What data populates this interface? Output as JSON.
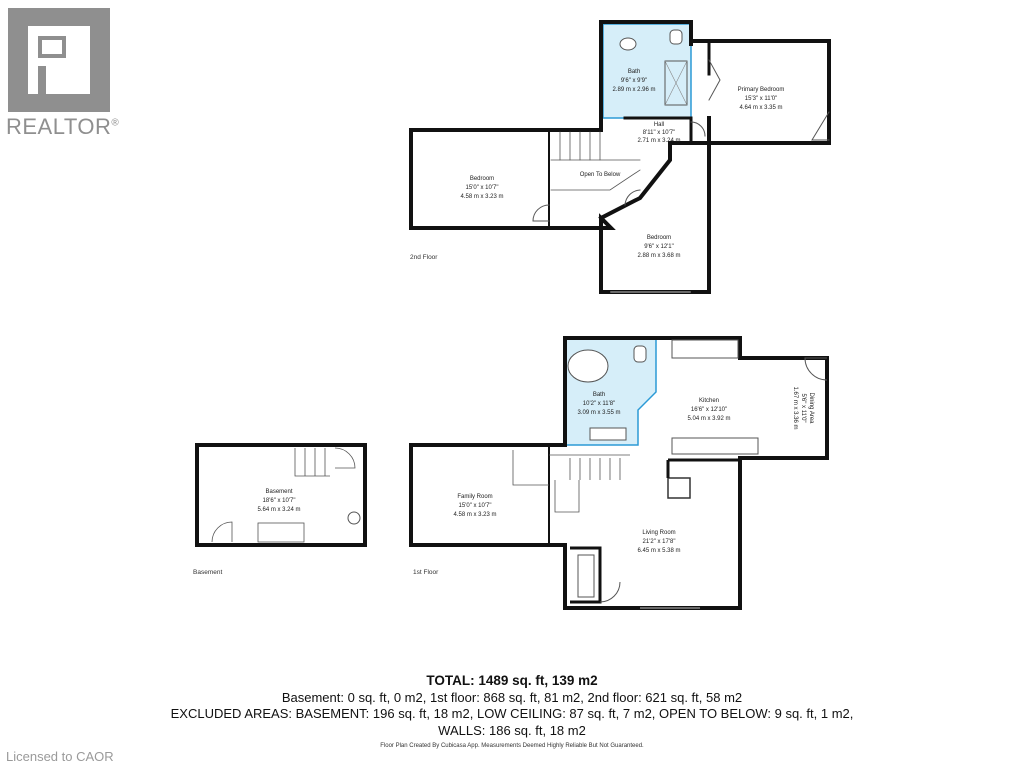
{
  "branding": {
    "logo_text": "REALTOR",
    "logo_mark": "®",
    "license": "Licensed to CAOR"
  },
  "colors": {
    "wall": "#111111",
    "bath_fill": "#d6eef9",
    "bath_stroke": "#2b9ad6",
    "logo": "#8f8f8f"
  },
  "floors": {
    "second": {
      "label": "2nd Floor",
      "rooms": [
        {
          "name": "Bath",
          "imperial": "9'6\" x 9'9\"",
          "metric": "2.89 m x 2.96 m"
        },
        {
          "name": "Primary Bedroom",
          "imperial": "15'3\" x 11'0\"",
          "metric": "4.64 m x 3.35 m"
        },
        {
          "name": "Hall",
          "imperial": "8'11\" x 10'7\"",
          "metric": "2.71 m x 3.24 m"
        },
        {
          "name": "Bedroom",
          "imperial": "15'0\" x 10'7\"",
          "metric": "4.58 m x 3.23 m"
        },
        {
          "name": "Open To Below"
        },
        {
          "name": "Bedroom",
          "imperial": "9'6\" x 12'1\"",
          "metric": "2.88 m x 3.68 m"
        }
      ]
    },
    "first": {
      "label": "1st Floor",
      "rooms": [
        {
          "name": "Bath",
          "imperial": "10'2\" x 11'8\"",
          "metric": "3.09 m x 3.55 m"
        },
        {
          "name": "Kitchen",
          "imperial": "16'6\" x 12'10\"",
          "metric": "5.04 m x 3.92 m"
        },
        {
          "name": "Dining Area",
          "imperial": "5'6\" x 11'0\"",
          "metric": "1.67 m x 3.36 m"
        },
        {
          "name": "Family Room",
          "imperial": "15'0\" x 10'7\"",
          "metric": "4.58 m x 3.23 m"
        },
        {
          "name": "Living Room",
          "imperial": "21'2\" x 17'8\"",
          "metric": "6.45 m x 5.38 m"
        }
      ]
    },
    "basement": {
      "label": "Basement",
      "rooms": [
        {
          "name": "Basement",
          "imperial": "18'6\" x 10'7\"",
          "metric": "5.64 m x 3.24 m"
        }
      ]
    }
  },
  "summary": {
    "total": "TOTAL: 1489 sq. ft, 139 m2",
    "line1": "Basement: 0 sq. ft, 0 m2, 1st floor: 868 sq. ft, 81 m2, 2nd floor: 621 sq. ft, 58 m2",
    "line2": "EXCLUDED AREAS: BASEMENT: 196 sq. ft, 18 m2, LOW CEILING: 87 sq. ft, 7 m2, OPEN TO BELOW: 9 sq. ft, 1 m2,",
    "line3": "WALLS: 186 sq. ft, 18 m2"
  },
  "footer": "Floor Plan Created By Cubicasa App. Measurements Deemed Highly Reliable But Not Guaranteed."
}
